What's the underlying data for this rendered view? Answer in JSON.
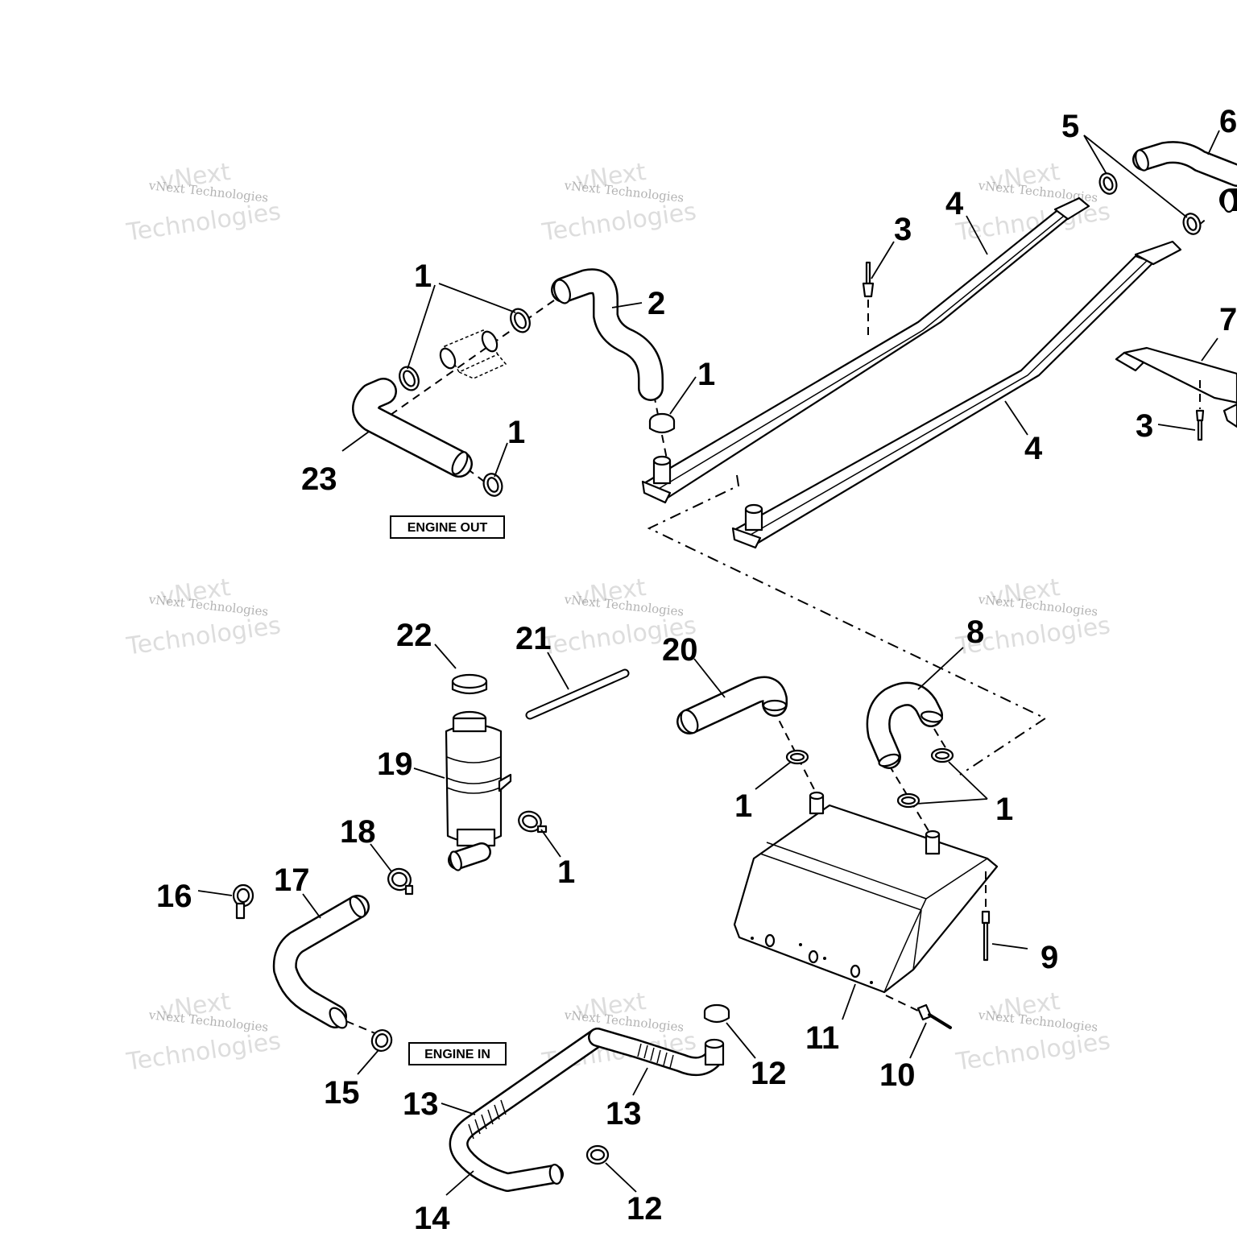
{
  "labels": {
    "engine_out": "ENGINE OUT",
    "engine_in": "ENGINE IN"
  },
  "watermark": {
    "line1": "vNext Technologies",
    "line2": "vNext",
    "line3": "Technologies"
  },
  "callouts": {
    "p1": "1",
    "p2": "2",
    "p3": "3",
    "p4": "4",
    "p5": "5",
    "p6": "6",
    "p7": "7",
    "p8": "8",
    "p9": "9",
    "p10": "10",
    "p11": "11",
    "p12": "12",
    "p13": "13",
    "p14": "14",
    "p15": "15",
    "p16": "16",
    "p17": "17",
    "p18": "18",
    "p19": "19",
    "p20": "20",
    "p21": "21",
    "p22": "22",
    "p23": "23"
  }
}
